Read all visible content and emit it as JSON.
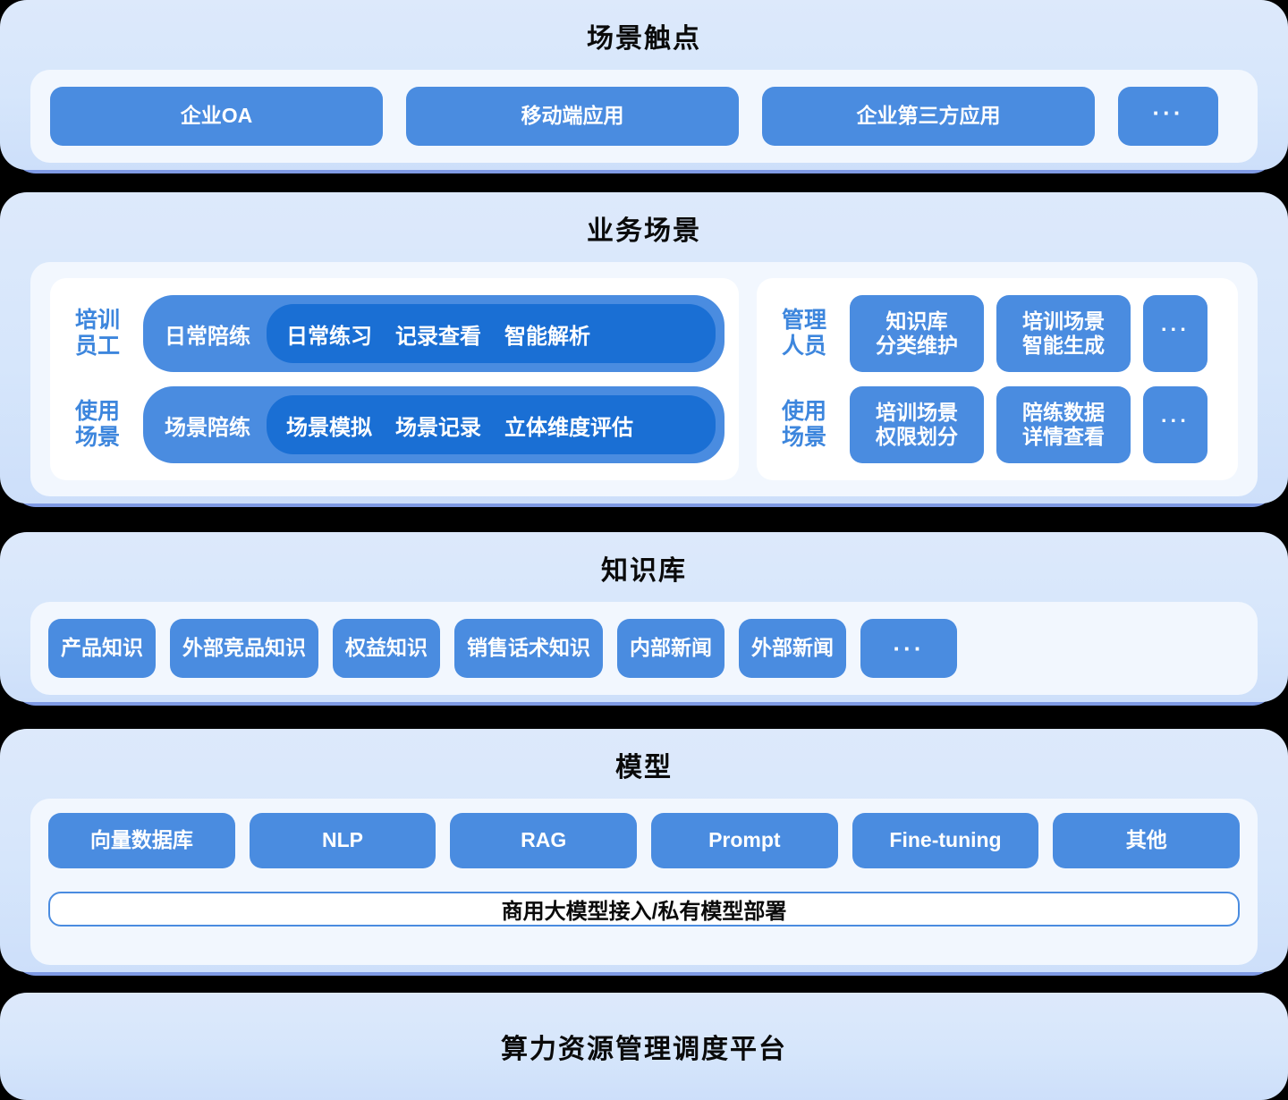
{
  "sections": {
    "touchpoints": {
      "title": "场景触点",
      "items": [
        {
          "label": "企业OA"
        },
        {
          "label": "移动端应用"
        },
        {
          "label": "企业第三方应用"
        },
        {
          "label": "···"
        }
      ]
    },
    "business": {
      "title": "业务场景",
      "left": {
        "rows": [
          {
            "label": "培训\n员工",
            "label_line1": "培训",
            "label_line2": "员工",
            "head": "日常陪练",
            "items": [
              "日常练习",
              "记录查看",
              "智能解析"
            ]
          },
          {
            "label": "使用\n场景",
            "label_line1": "使用",
            "label_line2": "场景",
            "head": "场景陪练",
            "items": [
              "场景模拟",
              "场景记录",
              "立体维度评估"
            ]
          }
        ]
      },
      "right": {
        "rows": [
          {
            "label_line1": "管理",
            "label_line2": "人员",
            "items": [
              "知识库\n分类维护",
              "培训场景\n智能生成"
            ],
            "item1_line1": "知识库",
            "item1_line2": "分类维护",
            "item2_line1": "培训场景",
            "item2_line2": "智能生成",
            "more": "···"
          },
          {
            "label_line1": "使用",
            "label_line2": "场景",
            "item1_line1": "培训场景",
            "item1_line2": "权限划分",
            "item2_line1": "陪练数据",
            "item2_line2": "详情查看",
            "more": "···"
          }
        ]
      }
    },
    "knowledge": {
      "title": "知识库",
      "items": [
        {
          "label": "产品知识"
        },
        {
          "label": "外部竞品知识"
        },
        {
          "label": "权益知识"
        },
        {
          "label": "销售话术知识"
        },
        {
          "label": "内部新闻"
        },
        {
          "label": "外部新闻"
        },
        {
          "label": "···"
        }
      ]
    },
    "model": {
      "title": "模型",
      "items": [
        {
          "label": "向量数据库"
        },
        {
          "label": "NLP"
        },
        {
          "label": "RAG"
        },
        {
          "label": "Prompt"
        },
        {
          "label": "Fine-tuning"
        },
        {
          "label": "其他"
        }
      ],
      "banner": "商用大模型接入/私有模型部署"
    },
    "compute": {
      "title": "算力资源管理调度平台"
    }
  },
  "colors": {
    "chip_blue": "#4a8ce0",
    "chip_blue_dark": "#1a6fd4",
    "panel_bg": "#dbe8fb",
    "card_bg": "#f2f7fe",
    "shadow_bar": "#7f9ae4",
    "label_blue": "#3d86dd",
    "text_dark": "#0a0a0a"
  }
}
